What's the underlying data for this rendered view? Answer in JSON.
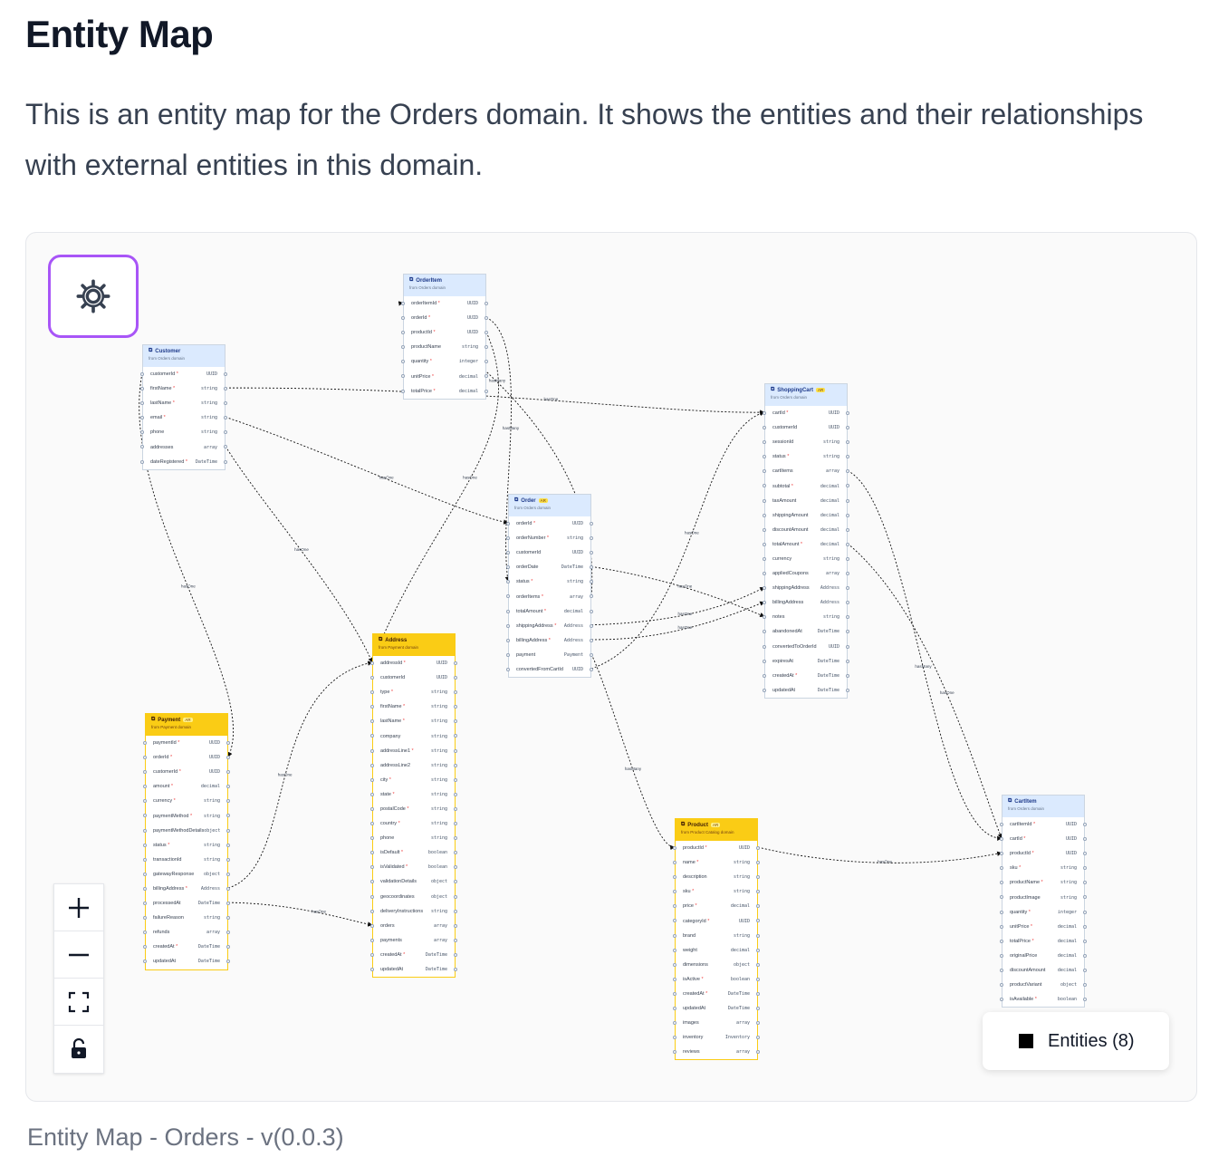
{
  "page": {
    "title": "Entity Map",
    "description": "This is an entity map for the Orders domain. It shows the entities and their relationships with external entities in this domain.",
    "caption": "Entity Map - Orders - v(0.0.3)"
  },
  "legend": {
    "label": "Entities (8)",
    "color": "#000000"
  },
  "controls": {
    "zoom_in": "plus-icon",
    "zoom_out": "minus-icon",
    "fit_view": "fullscreen-icon",
    "lock": "lock-icon"
  },
  "colors": {
    "internal_header": "#dbeafe",
    "external_header": "#facc15",
    "settings_border": "#a855f7"
  },
  "entities": [
    {
      "name": "OrderItem",
      "domain": "from Orders domain",
      "aggregate_root": false,
      "external": false,
      "fields": [
        {
          "name": "orderItemId",
          "type": "UUID",
          "required": true
        },
        {
          "name": "orderId",
          "type": "UUID",
          "required": true
        },
        {
          "name": "productId",
          "type": "UUID",
          "required": true
        },
        {
          "name": "productName",
          "type": "string",
          "required": false
        },
        {
          "name": "quantity",
          "type": "integer",
          "required": true
        },
        {
          "name": "unitPrice",
          "type": "decimal",
          "required": true
        },
        {
          "name": "totalPrice",
          "type": "decimal",
          "required": true
        }
      ]
    },
    {
      "name": "Customer",
      "domain": "from Orders domain",
      "aggregate_root": false,
      "external": false,
      "fields": [
        {
          "name": "customerId",
          "type": "UUID",
          "required": true
        },
        {
          "name": "firstName",
          "type": "string",
          "required": true
        },
        {
          "name": "lastName",
          "type": "string",
          "required": true
        },
        {
          "name": "email",
          "type": "string",
          "required": true
        },
        {
          "name": "phone",
          "type": "string",
          "required": false
        },
        {
          "name": "addresses",
          "type": "array",
          "required": false
        },
        {
          "name": "dateRegistered",
          "type": "DateTime",
          "required": true
        }
      ]
    },
    {
      "name": "ShoppingCart",
      "domain": "from Orders domain",
      "aggregate_root": true,
      "external": false,
      "fields": [
        {
          "name": "cartId",
          "type": "UUID",
          "required": true
        },
        {
          "name": "customerId",
          "type": "UUID",
          "required": false
        },
        {
          "name": "sessionId",
          "type": "string",
          "required": false
        },
        {
          "name": "status",
          "type": "string",
          "required": true
        },
        {
          "name": "cartItems",
          "type": "array",
          "required": false
        },
        {
          "name": "subtotal",
          "type": "decimal",
          "required": true
        },
        {
          "name": "taxAmount",
          "type": "decimal",
          "required": false
        },
        {
          "name": "shippingAmount",
          "type": "decimal",
          "required": false
        },
        {
          "name": "discountAmount",
          "type": "decimal",
          "required": false
        },
        {
          "name": "totalAmount",
          "type": "decimal",
          "required": true
        },
        {
          "name": "currency",
          "type": "string",
          "required": false
        },
        {
          "name": "appliedCoupons",
          "type": "array",
          "required": false
        },
        {
          "name": "shippingAddress",
          "type": "Address",
          "required": false
        },
        {
          "name": "billingAddress",
          "type": "Address",
          "required": false
        },
        {
          "name": "notes",
          "type": "string",
          "required": false
        },
        {
          "name": "abandonedAt",
          "type": "DateTime",
          "required": false
        },
        {
          "name": "convertedToOrderId",
          "type": "UUID",
          "required": false
        },
        {
          "name": "expiresAt",
          "type": "DateTime",
          "required": false
        },
        {
          "name": "createdAt",
          "type": "DateTime",
          "required": true
        },
        {
          "name": "updatedAt",
          "type": "DateTime",
          "required": false
        }
      ]
    },
    {
      "name": "Order",
      "domain": "from Orders domain",
      "aggregate_root": true,
      "external": false,
      "fields": [
        {
          "name": "orderId",
          "type": "UUID",
          "required": true
        },
        {
          "name": "orderNumber",
          "type": "string",
          "required": true
        },
        {
          "name": "customerId",
          "type": "UUID",
          "required": false
        },
        {
          "name": "orderDate",
          "type": "DateTime",
          "required": false
        },
        {
          "name": "status",
          "type": "string",
          "required": true
        },
        {
          "name": "orderItems",
          "type": "array",
          "required": true
        },
        {
          "name": "totalAmount",
          "type": "decimal",
          "required": true
        },
        {
          "name": "shippingAddress",
          "type": "Address",
          "required": true
        },
        {
          "name": "billingAddress",
          "type": "Address",
          "required": true
        },
        {
          "name": "payment",
          "type": "Payment",
          "required": false
        },
        {
          "name": "convertedFromCartId",
          "type": "UUID",
          "required": false
        }
      ]
    },
    {
      "name": "Address",
      "domain": "from Payment domain",
      "aggregate_root": false,
      "external": true,
      "fields": [
        {
          "name": "addressId",
          "type": "UUID",
          "required": true
        },
        {
          "name": "customerId",
          "type": "UUID",
          "required": false
        },
        {
          "name": "type",
          "type": "string",
          "required": true
        },
        {
          "name": "firstName",
          "type": "string",
          "required": true
        },
        {
          "name": "lastName",
          "type": "string",
          "required": true
        },
        {
          "name": "company",
          "type": "string",
          "required": false
        },
        {
          "name": "addressLine1",
          "type": "string",
          "required": true
        },
        {
          "name": "addressLine2",
          "type": "string",
          "required": false
        },
        {
          "name": "city",
          "type": "string",
          "required": true
        },
        {
          "name": "state",
          "type": "string",
          "required": true
        },
        {
          "name": "postalCode",
          "type": "string",
          "required": true
        },
        {
          "name": "country",
          "type": "string",
          "required": true
        },
        {
          "name": "phone",
          "type": "string",
          "required": false
        },
        {
          "name": "isDefault",
          "type": "boolean",
          "required": true
        },
        {
          "name": "isValidated",
          "type": "boolean",
          "required": true
        },
        {
          "name": "validationDetails",
          "type": "object",
          "required": false
        },
        {
          "name": "geocoordinates",
          "type": "object",
          "required": false
        },
        {
          "name": "deliveryInstructions",
          "type": "string",
          "required": false
        },
        {
          "name": "orders",
          "type": "array",
          "required": false
        },
        {
          "name": "payments",
          "type": "array",
          "required": false
        },
        {
          "name": "createdAt",
          "type": "DateTime",
          "required": true
        },
        {
          "name": "updatedAt",
          "type": "DateTime",
          "required": false
        }
      ]
    },
    {
      "name": "Payment",
      "domain": "from Payment domain",
      "aggregate_root": true,
      "external": true,
      "fields": [
        {
          "name": "paymentId",
          "type": "UUID",
          "required": true
        },
        {
          "name": "orderId",
          "type": "UUID",
          "required": true
        },
        {
          "name": "customerId",
          "type": "UUID",
          "required": true
        },
        {
          "name": "amount",
          "type": "decimal",
          "required": true
        },
        {
          "name": "currency",
          "type": "string",
          "required": true
        },
        {
          "name": "paymentMethod",
          "type": "string",
          "required": true
        },
        {
          "name": "paymentMethodDetails",
          "type": "object",
          "required": false
        },
        {
          "name": "status",
          "type": "string",
          "required": true
        },
        {
          "name": "transactionId",
          "type": "string",
          "required": false
        },
        {
          "name": "gatewayResponse",
          "type": "object",
          "required": false
        },
        {
          "name": "billingAddress",
          "type": "Address",
          "required": true
        },
        {
          "name": "processedAt",
          "type": "DateTime",
          "required": false
        },
        {
          "name": "failureReason",
          "type": "string",
          "required": false
        },
        {
          "name": "refunds",
          "type": "array",
          "required": false
        },
        {
          "name": "createdAt",
          "type": "DateTime",
          "required": true
        },
        {
          "name": "updatedAt",
          "type": "DateTime",
          "required": false
        }
      ]
    },
    {
      "name": "Product",
      "domain": "from Product Catalog domain",
      "aggregate_root": true,
      "external": true,
      "fields": [
        {
          "name": "productId",
          "type": "UUID",
          "required": true
        },
        {
          "name": "name",
          "type": "string",
          "required": true
        },
        {
          "name": "description",
          "type": "string",
          "required": false
        },
        {
          "name": "sku",
          "type": "string",
          "required": true
        },
        {
          "name": "price",
          "type": "decimal",
          "required": true
        },
        {
          "name": "categoryId",
          "type": "UUID",
          "required": true
        },
        {
          "name": "brand",
          "type": "string",
          "required": false
        },
        {
          "name": "weight",
          "type": "decimal",
          "required": false
        },
        {
          "name": "dimensions",
          "type": "object",
          "required": false
        },
        {
          "name": "isActive",
          "type": "boolean",
          "required": true
        },
        {
          "name": "createdAt",
          "type": "DateTime",
          "required": true
        },
        {
          "name": "updatedAt",
          "type": "DateTime",
          "required": false
        },
        {
          "name": "images",
          "type": "array",
          "required": false
        },
        {
          "name": "inventory",
          "type": "Inventory",
          "required": false
        },
        {
          "name": "reviews",
          "type": "array",
          "required": false
        }
      ]
    },
    {
      "name": "CartItem",
      "domain": "from Orders domain",
      "aggregate_root": false,
      "external": false,
      "fields": [
        {
          "name": "cartItemId",
          "type": "UUID",
          "required": true
        },
        {
          "name": "cartId",
          "type": "UUID",
          "required": true
        },
        {
          "name": "productId",
          "type": "UUID",
          "required": true
        },
        {
          "name": "sku",
          "type": "string",
          "required": true
        },
        {
          "name": "productName",
          "type": "string",
          "required": true
        },
        {
          "name": "productImage",
          "type": "string",
          "required": false
        },
        {
          "name": "quantity",
          "type": "integer",
          "required": true
        },
        {
          "name": "unitPrice",
          "type": "decimal",
          "required": true
        },
        {
          "name": "totalPrice",
          "type": "decimal",
          "required": true
        },
        {
          "name": "originalPrice",
          "type": "decimal",
          "required": false
        },
        {
          "name": "discountAmount",
          "type": "decimal",
          "required": false
        },
        {
          "name": "productVariant",
          "type": "object",
          "required": false
        },
        {
          "name": "isAvailable",
          "type": "boolean",
          "required": true
        }
      ]
    }
  ],
  "relationships": [
    {
      "label": "hasOne"
    },
    {
      "label": "hasOne"
    },
    {
      "label": "hasMany"
    },
    {
      "label": "hasOne"
    },
    {
      "label": "hasOne"
    },
    {
      "label": "hasOne"
    },
    {
      "label": "hasOne"
    },
    {
      "label": "hasOne"
    },
    {
      "label": "hasOne"
    },
    {
      "label": "hasOne"
    },
    {
      "label": "hasMany"
    },
    {
      "label": "hasMany"
    },
    {
      "label": "hasOne"
    },
    {
      "label": "hasMany"
    },
    {
      "label": "hasOne"
    },
    {
      "label": "hasOne"
    },
    {
      "label": "hasOne"
    }
  ]
}
